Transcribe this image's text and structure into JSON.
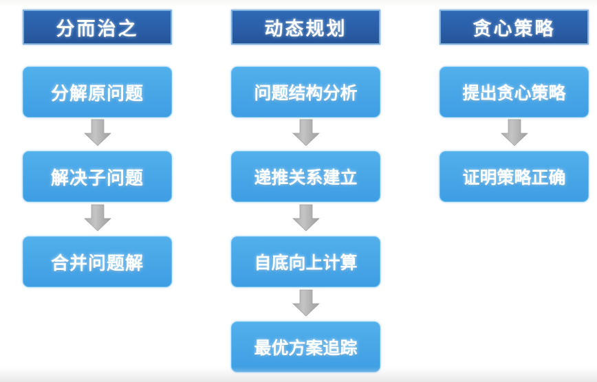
{
  "diagram": {
    "title_semantic": "algorithm-strategies-flowchart",
    "background_color": "#ffffff",
    "header_color": "#2a5fa8",
    "step_color": "#49a6e7",
    "arrow_color": "#b9b9b9",
    "text_color": "#ffffff",
    "columns": [
      {
        "id": "divide-and-conquer",
        "header": "分而治之",
        "steps": [
          {
            "label": "分解原问题"
          },
          {
            "label": "解决子问题"
          },
          {
            "label": "合并问题解"
          }
        ]
      },
      {
        "id": "dynamic-programming",
        "header": "动态规划",
        "steps": [
          {
            "label": "问题结构分析"
          },
          {
            "label": "递推关系建立"
          },
          {
            "label": "自底向上计算"
          },
          {
            "label": "最优方案追踪"
          }
        ]
      },
      {
        "id": "greedy-strategy",
        "header": "贪心策略",
        "steps": [
          {
            "label": "提出贪心策略"
          },
          {
            "label": "证明策略正确"
          }
        ]
      }
    ],
    "arrow_icon_name": "down-arrow-icon"
  }
}
